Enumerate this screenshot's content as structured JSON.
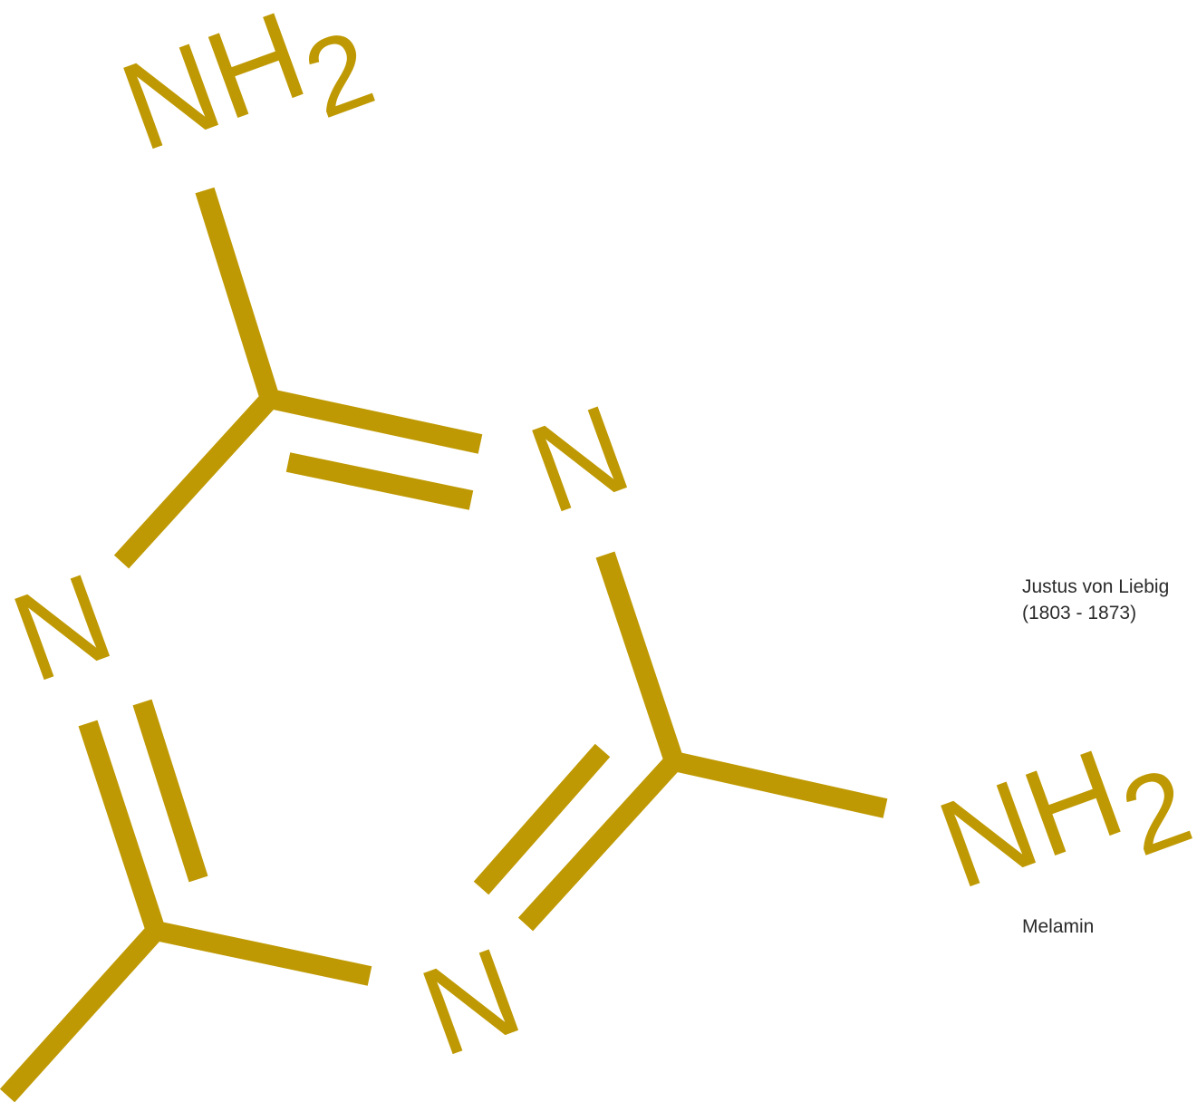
{
  "colors": {
    "structure": "#BF9903",
    "caption_text": "#2B2B2B",
    "background": "#FFFFFF"
  },
  "atoms": {
    "amine_top": {
      "element": "NH",
      "subscript": "2"
    },
    "amine_right": {
      "element": "NH",
      "subscript": "2"
    },
    "ring_n_top": "N",
    "ring_n_left": "N",
    "ring_n_bottom": "N"
  },
  "captions": {
    "person_name": "Justus von Liebig",
    "person_years": "(1803 - 1873)",
    "compound": "Melamin"
  }
}
